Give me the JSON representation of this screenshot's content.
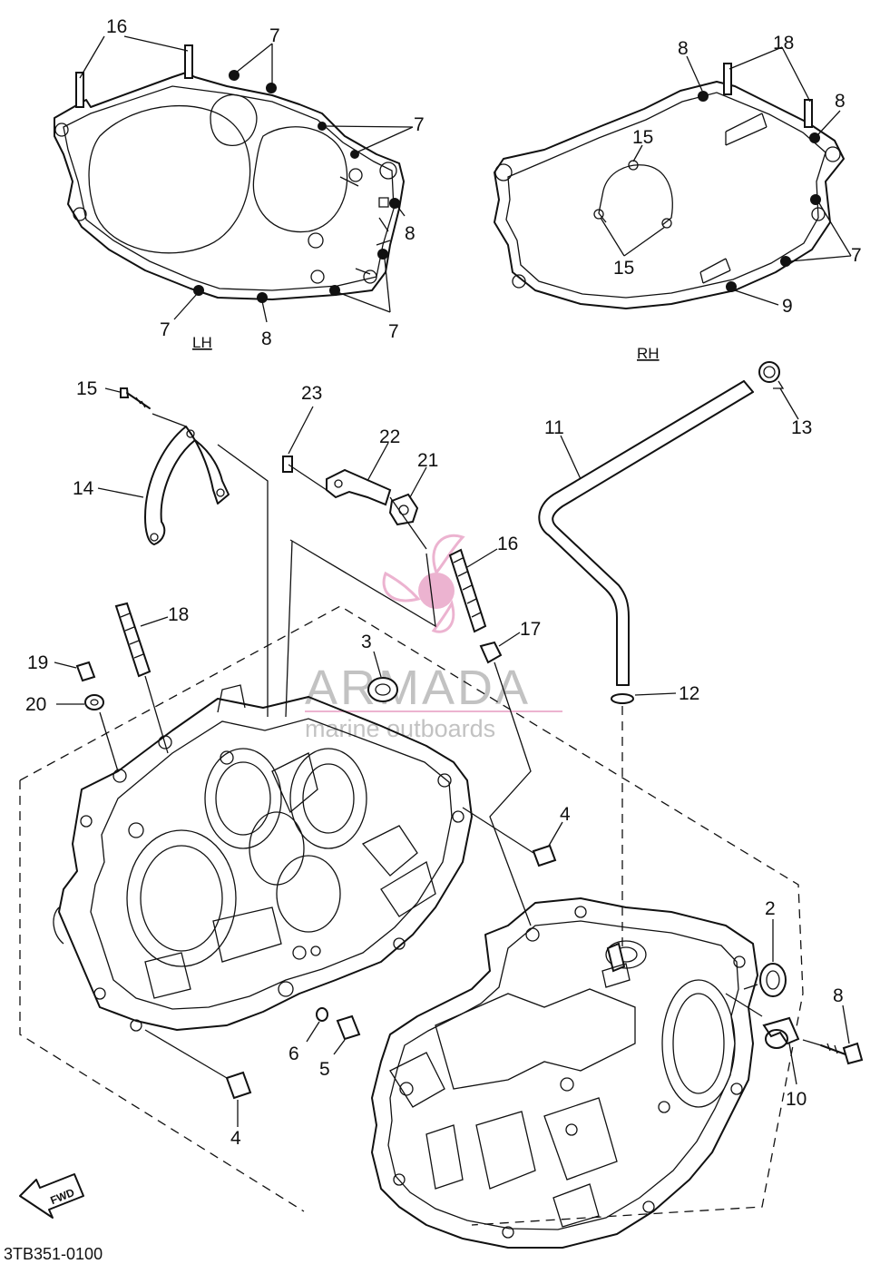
{
  "diagram": {
    "side_labels": {
      "left": "LH",
      "right": "RH"
    },
    "part_code": "3TB351-0100",
    "fwd_label": "FWD",
    "watermark": {
      "brand": "ARMADA",
      "tagline": "marine outboards",
      "logo_color": "#e9a6c8"
    },
    "callouts": {
      "c16a": "16",
      "c7a": "7",
      "c7b": "7",
      "c8a": "8",
      "c7c": "7",
      "c8b": "8",
      "c7d": "7",
      "c8c": "8",
      "c18a": "18",
      "c8d": "8",
      "c15a": "15",
      "c15b": "15",
      "c7e": "7",
      "c9": "9",
      "c15c": "15",
      "c23": "23",
      "c13": "13",
      "c11": "11",
      "c22": "22",
      "c21": "21",
      "c14": "14",
      "c16b": "16",
      "c18b": "18",
      "c17": "17",
      "c3": "3",
      "c19": "19",
      "c12": "12",
      "c20": "20",
      "c4a": "4",
      "c2": "2",
      "c8e": "8",
      "c6": "6",
      "c5": "5",
      "c10": "10",
      "c4b": "4"
    }
  }
}
